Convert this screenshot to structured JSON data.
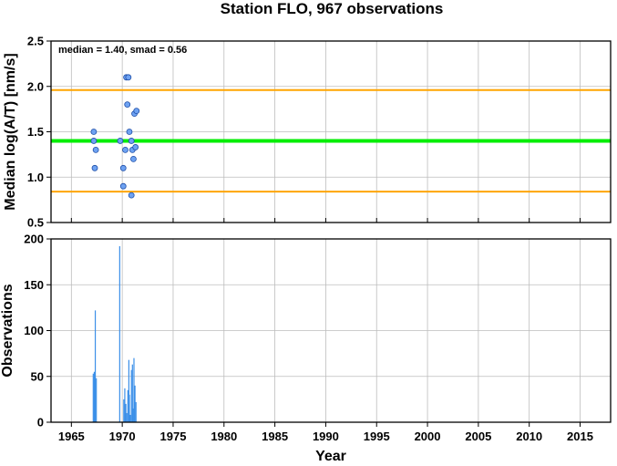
{
  "chart_data": [
    {
      "type": "scatter",
      "title": "Station FLO, 967 observations",
      "ylabel": "Median log(A/T) [nm/s]",
      "annotation": "median = 1.40, smad = 0.56",
      "xlim": [
        1963,
        2018
      ],
      "ylim": [
        0.5,
        2.5
      ],
      "yticks": [
        "0.5",
        "1.0",
        "1.5",
        "2.0",
        "2.5"
      ],
      "grid": true,
      "median": 1.4,
      "band": [
        0.84,
        1.96
      ],
      "colors": {
        "points": "#6ea2f2",
        "median_line": "#00ee00",
        "band_lines": "#ffa500"
      },
      "points": [
        {
          "x": 1967.2,
          "y": 1.5
        },
        {
          "x": 1967.2,
          "y": 1.4
        },
        {
          "x": 1967.4,
          "y": 1.3
        },
        {
          "x": 1967.3,
          "y": 1.1
        },
        {
          "x": 1969.8,
          "y": 1.4
        },
        {
          "x": 1970.1,
          "y": 1.1
        },
        {
          "x": 1970.1,
          "y": 0.9
        },
        {
          "x": 1970.3,
          "y": 1.3
        },
        {
          "x": 1970.4,
          "y": 2.1
        },
        {
          "x": 1970.6,
          "y": 2.1
        },
        {
          "x": 1970.5,
          "y": 1.8
        },
        {
          "x": 1970.7,
          "y": 1.5
        },
        {
          "x": 1970.9,
          "y": 1.4
        },
        {
          "x": 1970.9,
          "y": 0.8
        },
        {
          "x": 1971.0,
          "y": 1.3
        },
        {
          "x": 1971.1,
          "y": 1.2
        },
        {
          "x": 1971.2,
          "y": 1.7
        },
        {
          "x": 1971.4,
          "y": 1.73
        },
        {
          "x": 1971.3,
          "y": 1.33
        }
      ]
    },
    {
      "type": "bar",
      "xlabel": "Year",
      "ylabel": "Observations",
      "xlim": [
        1963,
        2018
      ],
      "ylim": [
        0,
        200
      ],
      "yticks": [
        "0",
        "50",
        "100",
        "150",
        "200"
      ],
      "xticks": [
        "1965",
        "1970",
        "1975",
        "1980",
        "1985",
        "1990",
        "1995",
        "2000",
        "2005",
        "2010",
        "2015"
      ],
      "grid": true,
      "colors": {
        "bars": "#3b8fe8"
      },
      "bars": [
        {
          "x": 1967.15,
          "y": 53
        },
        {
          "x": 1967.25,
          "y": 55
        },
        {
          "x": 1967.35,
          "y": 122
        },
        {
          "x": 1967.45,
          "y": 48
        },
        {
          "x": 1969.75,
          "y": 192
        },
        {
          "x": 1970.15,
          "y": 25
        },
        {
          "x": 1970.25,
          "y": 37
        },
        {
          "x": 1970.35,
          "y": 20
        },
        {
          "x": 1970.45,
          "y": 10
        },
        {
          "x": 1970.55,
          "y": 35
        },
        {
          "x": 1970.65,
          "y": 68
        },
        {
          "x": 1970.7,
          "y": 30
        },
        {
          "x": 1970.8,
          "y": 8
        },
        {
          "x": 1970.9,
          "y": 57
        },
        {
          "x": 1971.0,
          "y": 63
        },
        {
          "x": 1971.05,
          "y": 15
        },
        {
          "x": 1971.15,
          "y": 70
        },
        {
          "x": 1971.25,
          "y": 40
        },
        {
          "x": 1971.35,
          "y": 22
        }
      ]
    }
  ]
}
